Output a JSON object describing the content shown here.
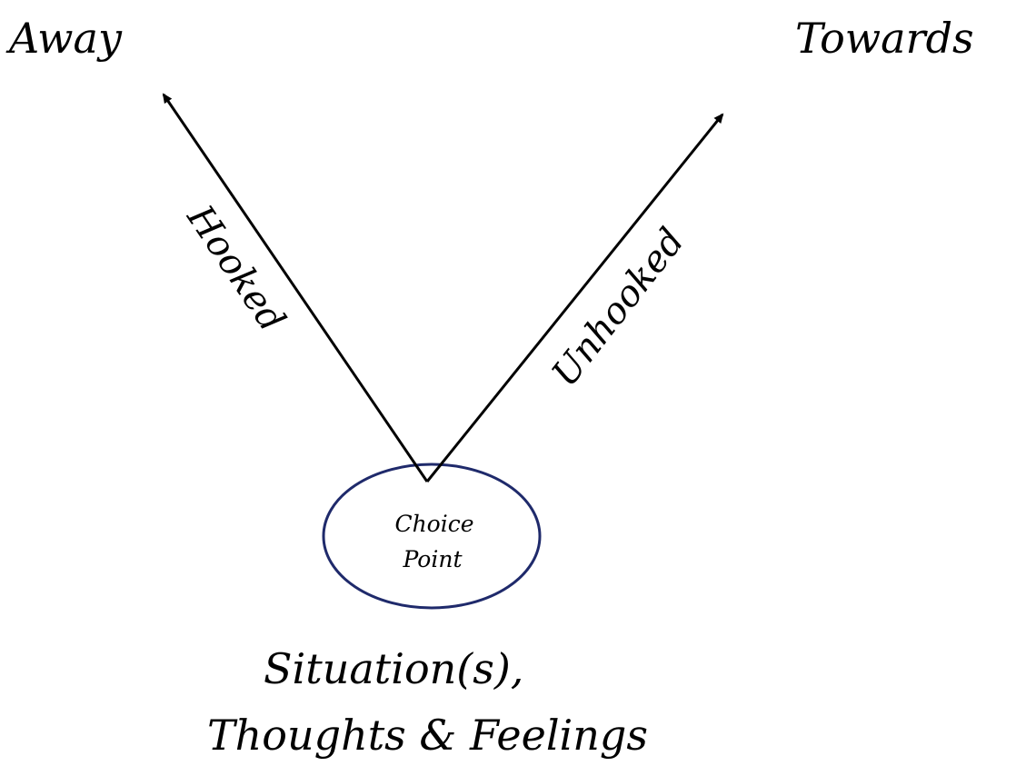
{
  "diagram": {
    "labels": {
      "away": "Away",
      "towards": "Towards",
      "hooked": "Hooked",
      "unhooked": "Unhooked",
      "choice_line1": "Choice",
      "choice_line2": "Point",
      "situation_line1": "Situation(s),",
      "situation_line2": "Thoughts & Feelings"
    },
    "colors": {
      "arrow": "#000000",
      "circle": "#1f2a6b",
      "text": "#000000",
      "background": "#ffffff"
    }
  }
}
